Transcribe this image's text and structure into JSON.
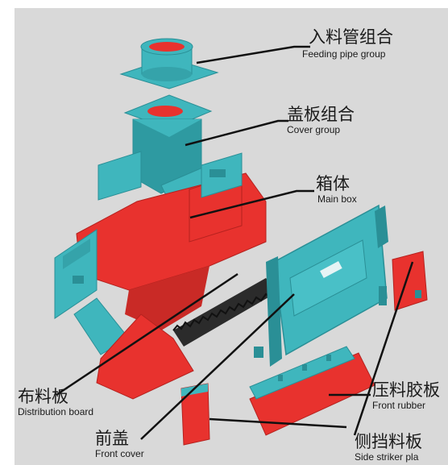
{
  "callouts": [
    {
      "id": "feeding-pipe-group",
      "cn": "入料管组合",
      "en": "Feeding pipe group"
    },
    {
      "id": "cover-group",
      "cn": "盖板组合",
      "en": "Cover group"
    },
    {
      "id": "main-box",
      "cn": "箱体",
      "en": "Main box"
    },
    {
      "id": "distribution-board",
      "cn": "布料板",
      "en": "Distribution board"
    },
    {
      "id": "front-cover",
      "cn": "前盖",
      "en": "Front cover"
    },
    {
      "id": "front-rubber",
      "cn": "压料胶板",
      "en": "Front rubber"
    },
    {
      "id": "side-striker-plate",
      "cn": "侧挡料板",
      "en": "Side striker pla"
    }
  ],
  "colors": {
    "teal": "#3fb6bd",
    "teal_dark": "#2a8f96",
    "red": "#e8322e",
    "red_dark": "#b5221f",
    "rubber": "#2b2b2b",
    "background": "#d8d8d8"
  }
}
